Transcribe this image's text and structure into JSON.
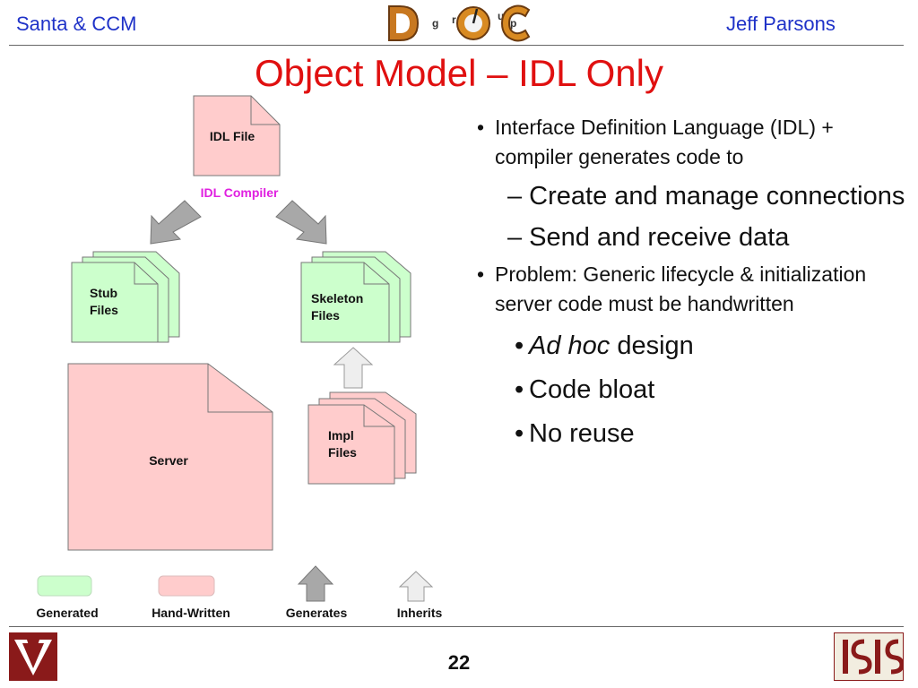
{
  "header": {
    "left_text": "Santa & CCM",
    "right_text": "Jeff Parsons",
    "logo_letters": [
      "D",
      "g",
      "r",
      "o",
      "u",
      "p",
      "C"
    ]
  },
  "title": "Object Model – IDL Only",
  "diagram": {
    "idl_file_label": "IDL File",
    "compiler_label": "IDL Compiler",
    "stub_label": [
      "Stub",
      "Files"
    ],
    "skeleton_label": [
      "Skeleton",
      "Files"
    ],
    "server_label": "Server",
    "impl_label": [
      "Impl",
      "Files"
    ]
  },
  "legend": {
    "generated": "Generated",
    "hand_written": "Hand-Written",
    "generates": "Generates",
    "inherits": "Inherits"
  },
  "bullets": {
    "item1": "Interface Definition Language (IDL) + compiler generates code to",
    "sub1": "– Create and manage connections",
    "sub2": "– Send and receive data",
    "item2": "Problem: Generic lifecycle & initialization server code must be handwritten",
    "sub3_em": "Ad hoc",
    "sub3_rest": " design",
    "sub4": "Code bloat",
    "sub5": "No reuse"
  },
  "footer": {
    "page_number": "22"
  },
  "colors": {
    "generated": "#ccffcc",
    "hand_written": "#ffcccc",
    "title": "#e01010",
    "header_text": "#1f32c8",
    "compiler_text": "#e020e0"
  }
}
